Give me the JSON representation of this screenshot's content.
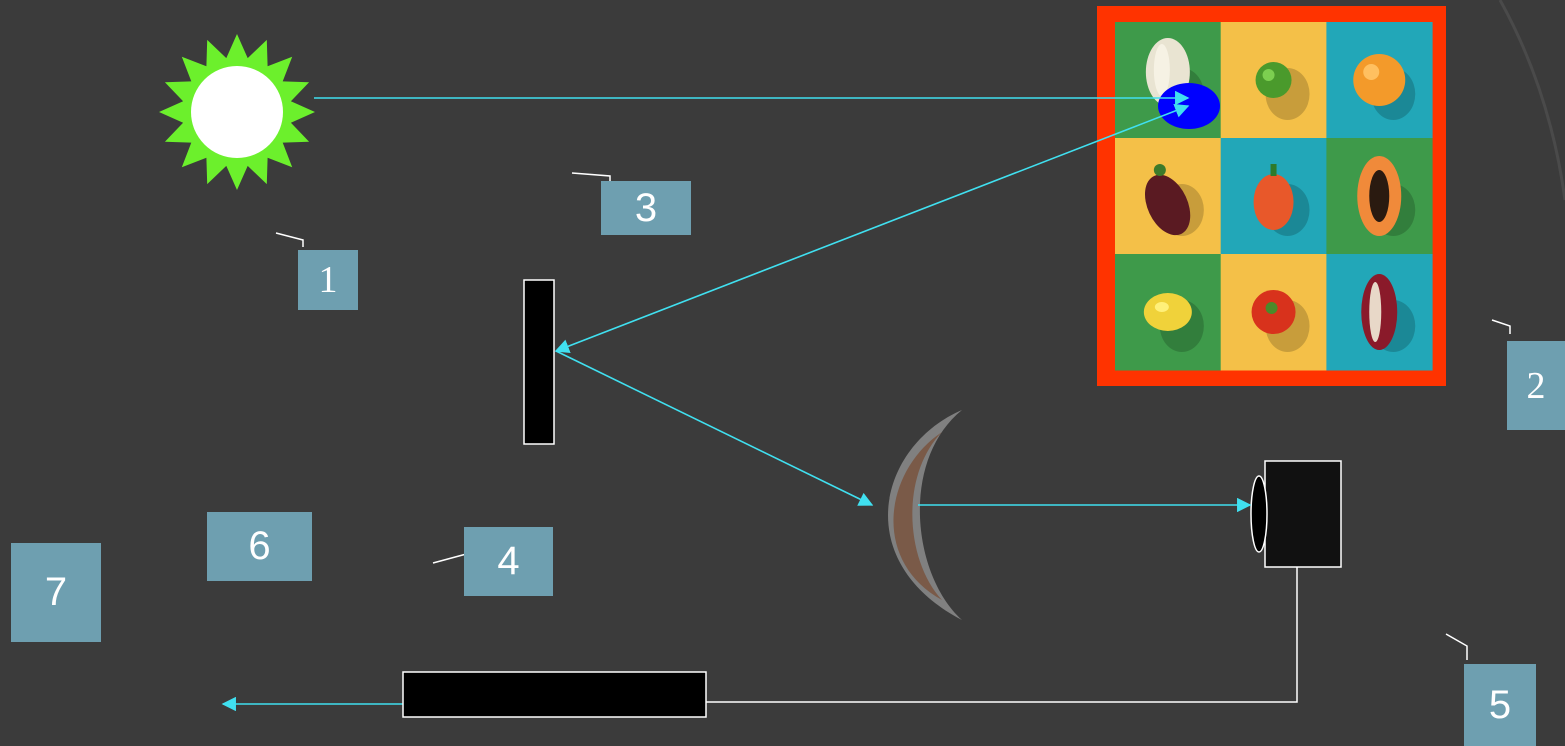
{
  "diagram": {
    "colors": {
      "background": "#3b3b3b",
      "ray": "#40e0f0",
      "label_box": "#6e9fb0",
      "sun_rays": "#6cf02c",
      "frame": "#ff3300",
      "spot": "#0000ff",
      "mirror_outer": "#808080",
      "mirror_inner": "#7a5a48",
      "block": "#000000"
    },
    "labels": [
      {
        "id": "1",
        "text": "1"
      },
      {
        "id": "2",
        "text": "2"
      },
      {
        "id": "3",
        "text": "3"
      },
      {
        "id": "4",
        "text": "4"
      },
      {
        "id": "5",
        "text": "5"
      },
      {
        "id": "6",
        "text": "6"
      },
      {
        "id": "7",
        "text": "7"
      }
    ],
    "components": [
      "sun-icon",
      "fruit-photo",
      "flat-mirror",
      "concave-mirror",
      "detector-camera",
      "output-bar"
    ],
    "photo_cells": [
      {
        "bg": "#3e9a4a",
        "item": "garlic"
      },
      {
        "bg": "#f4c048",
        "item": "lime"
      },
      {
        "bg": "#22a7b8",
        "item": "orange"
      },
      {
        "bg": "#f4c048",
        "item": "eggplant"
      },
      {
        "bg": "#22a7b8",
        "item": "bell-pepper"
      },
      {
        "bg": "#3e9a4a",
        "item": "papaya"
      },
      {
        "bg": "#3e9a4a",
        "item": "lemon"
      },
      {
        "bg": "#f4c048",
        "item": "tomato"
      },
      {
        "bg": "#22a7b8",
        "item": "radicchio"
      }
    ]
  }
}
